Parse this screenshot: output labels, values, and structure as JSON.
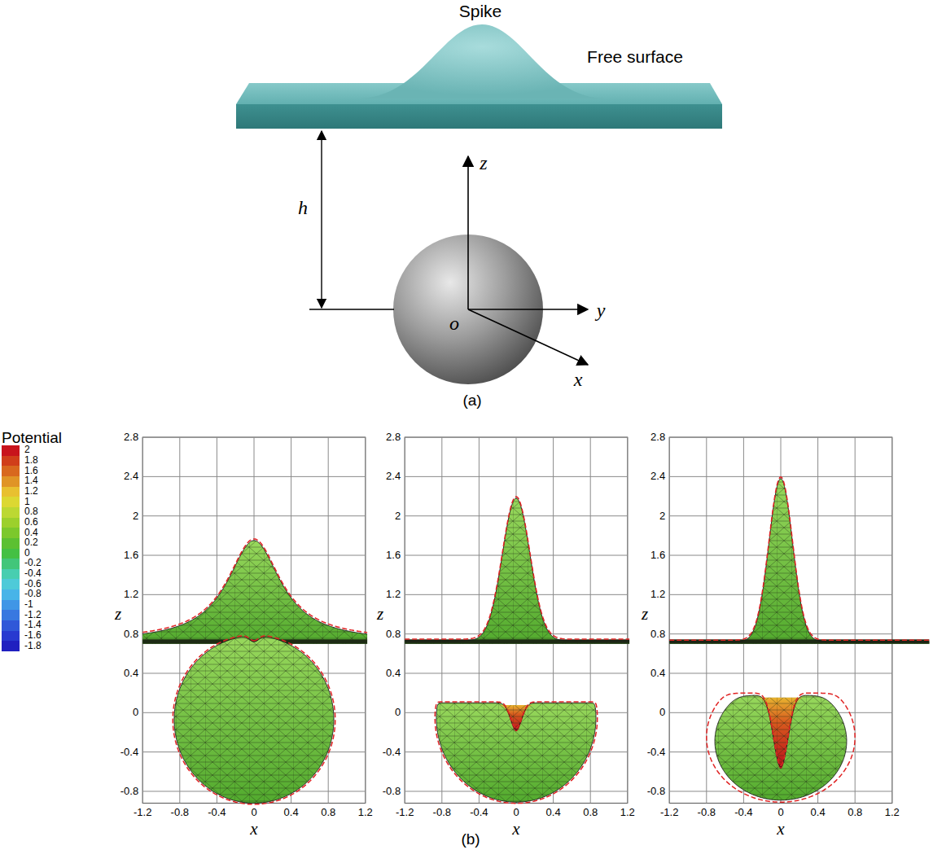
{
  "diagram": {
    "labels": [
      "Spike",
      "Free surface",
      "h",
      "z",
      "o",
      "y",
      "x",
      "(a)",
      "Potential",
      "2.8",
      "2.4",
      "2",
      "1.6",
      "1.2",
      "0.8",
      "0.4",
      "0",
      "-0.4",
      "-0.8",
      "-1.2",
      "-0.8",
      "-0.4",
      "0",
      "0.4",
      "0.8",
      "1.2",
      "z",
      "x",
      "2.8",
      "2.4",
      "2",
      "1.6",
      "1.2",
      "0.8",
      "0.4",
      "0",
      "-0.4",
      "-0.8",
      "-1.2",
      "-0.8",
      "-0.4",
      "0",
      "0.4",
      "0.8",
      "1.2",
      "z",
      "x",
      "2.8",
      "2.4",
      "2",
      "1.6",
      "1.2",
      "0.8",
      "0.4",
      "0",
      "-0.4",
      "-0.8",
      "-1.2",
      "-0.8",
      "-0.4",
      "0",
      "0.4",
      "0.8",
      "1.2",
      "z",
      "x",
      "(b)"
    ],
    "legend": [
      {
        "text": "2",
        "color": "#c8141c"
      },
      {
        "text": "1.8",
        "color": "#d03e1a"
      },
      {
        "text": "1.6",
        "color": "#d8681e"
      },
      {
        "text": "1.4",
        "color": "#e09426"
      },
      {
        "text": "1.2",
        "color": "#e8c030"
      },
      {
        "text": "1",
        "color": "#dcd832"
      },
      {
        "text": "0.8",
        "color": "#bcd832"
      },
      {
        "text": "0.6",
        "color": "#9cd02c"
      },
      {
        "text": "0.4",
        "color": "#7cc82c"
      },
      {
        "text": "0.2",
        "color": "#5cc032"
      },
      {
        "text": "0",
        "color": "#44c044"
      },
      {
        "text": "-0.2",
        "color": "#42c67a"
      },
      {
        "text": "-0.4",
        "color": "#48ceb0"
      },
      {
        "text": "-0.6",
        "color": "#4ecad8"
      },
      {
        "text": "-0.8",
        "color": "#48b4e8"
      },
      {
        "text": "-1",
        "color": "#4096e6"
      },
      {
        "text": "-1.2",
        "color": "#3878e0"
      },
      {
        "text": "-1.4",
        "color": "#3058d8"
      },
      {
        "text": "-1.6",
        "color": "#283ad0"
      },
      {
        "text": "-1.8",
        "color": "#2020c0"
      }
    ]
  }
}
